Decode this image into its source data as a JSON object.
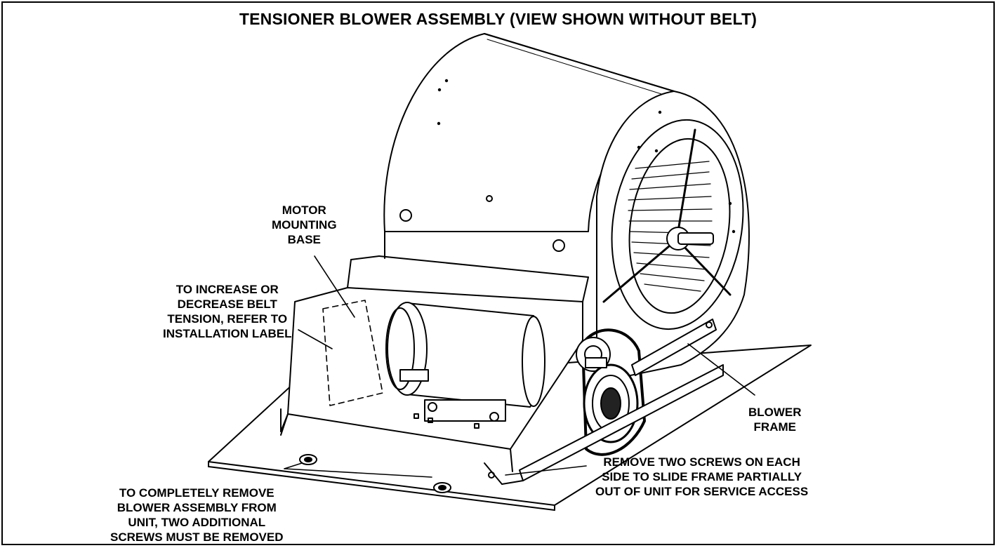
{
  "title": "TENSIONER BLOWER ASSEMBLY (VIEW SHOWN WITHOUT BELT)",
  "callouts": {
    "motor_mounting_base": [
      "MOTOR",
      "MOUNTING",
      "BASE"
    ],
    "belt_tension": [
      "TO INCREASE OR",
      "DECREASE BELT",
      "TENSION, REFER TO",
      "INSTALLATION LABEL"
    ],
    "blower_frame": [
      "BLOWER",
      "FRAME"
    ],
    "remove_two_screws": [
      "REMOVE TWO SCREWS ON EACH",
      "SIDE TO SLIDE FRAME PARTIALLY",
      "OUT OF UNIT FOR SERVICE ACCESS"
    ],
    "completely_remove": [
      "TO COMPLETELY REMOVE",
      "BLOWER ASSEMBLY FROM",
      "UNIT, TWO ADDITIONAL",
      "SCREWS MUST BE REMOVED"
    ]
  },
  "colors": {
    "line": "#000000",
    "background": "#ffffff",
    "shade": "#d9d9d9"
  }
}
